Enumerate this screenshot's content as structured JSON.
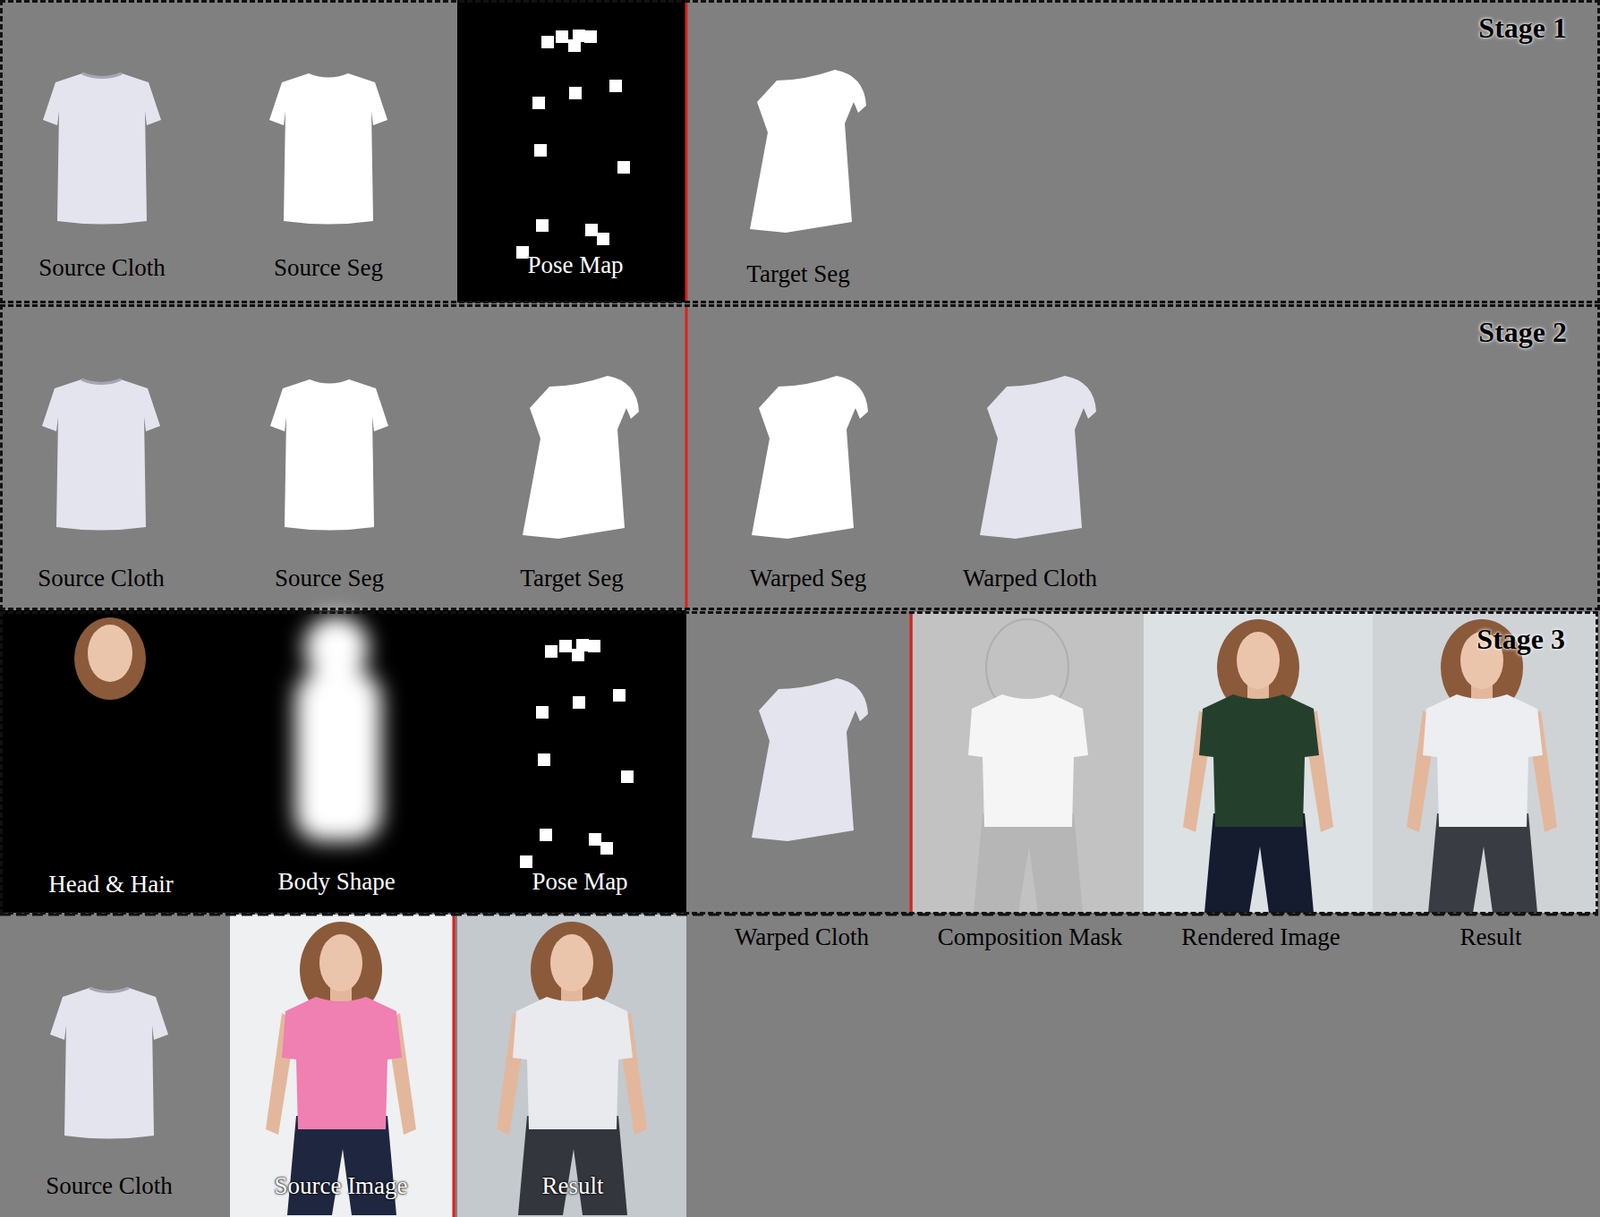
{
  "diagram": {
    "nodes": [
      {
        "text": [
          "Stage 1"
        ]
      },
      {
        "text": [
          "Stage 2"
        ]
      },
      {
        "text": [
          "Stage 3"
        ]
      }
    ],
    "labels": [
      "Source Cloth",
      "Source Seg",
      "Pose Map",
      "Target Seg",
      "Source Cloth",
      "Source Seg",
      "Target Seg",
      "Warped Seg",
      "Warped Cloth",
      "Head & Hair",
      "Body Shape",
      "Pose Map",
      "Warped Cloth",
      "Composition Mask",
      "Rendered Image",
      "Result",
      "Source Cloth",
      "Source Image",
      "Result"
    ]
  }
}
